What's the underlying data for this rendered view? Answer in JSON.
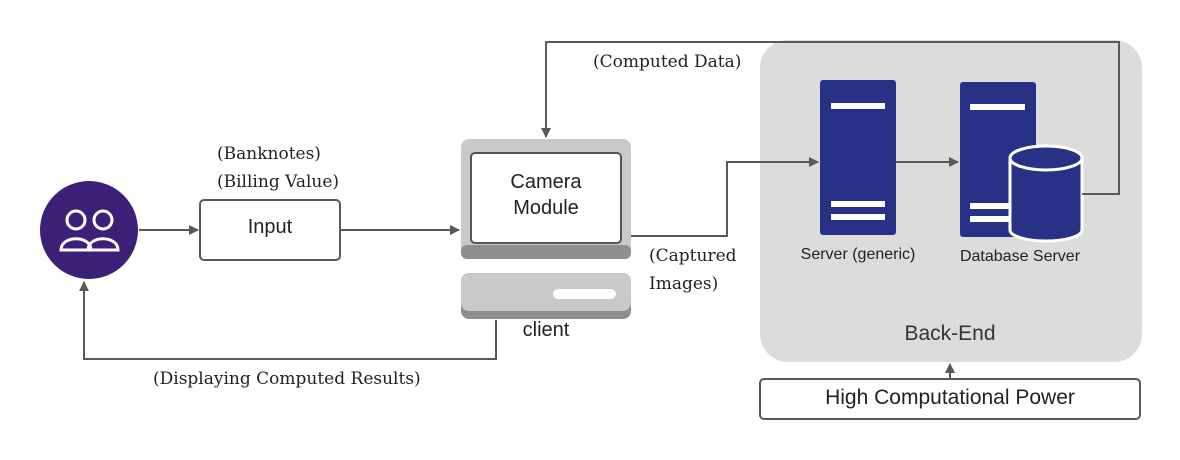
{
  "labels": {
    "computed_data": "(Computed Data)",
    "banknotes": "(Banknotes)",
    "billing_value": "(Billing Value)",
    "captured_images_1": "(Captured",
    "captured_images_2": "Images)",
    "displaying_results": "(Displaying Computed Results)"
  },
  "nodes": {
    "input": "Input",
    "camera_module_1": "Camera",
    "camera_module_2": "Module",
    "client": "client",
    "server_generic": "Server (generic)",
    "database_server": "Database Server",
    "back_end": "Back-End",
    "high_power": "High Computational Power"
  },
  "colors": {
    "user_circle": "#3d1f78",
    "server_blue": "#273185",
    "backend_bg": "#dcdcdc",
    "monitor_gray": "#c8c9cb",
    "arrow_gray": "#595959"
  },
  "icons": {
    "user": "users-icon",
    "server": "server-icon",
    "database": "database-icon"
  }
}
